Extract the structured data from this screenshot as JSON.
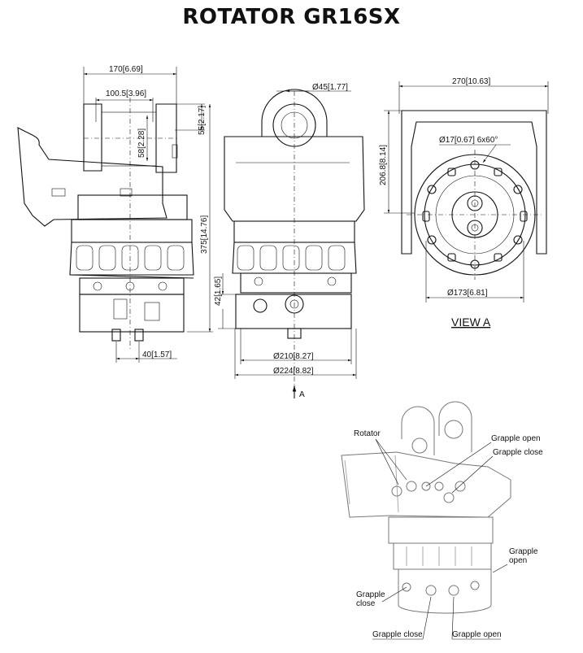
{
  "title": "ROTATOR  GR16SX",
  "dimensions": {
    "side_width": "170",
    "side_width_in": "6.69",
    "side_inner": "100.5",
    "side_inner_in": "3.96",
    "ear_height": "55",
    "ear_height_in": "2.17",
    "ear_hole": "58",
    "ear_hole_in": "2.28",
    "total_height": "375",
    "total_height_in": "14.76",
    "port_offset": "40",
    "port_offset_in": "1.57",
    "pin_diameter": "Ø45",
    "pin_diameter_in": "1.77",
    "base_height": "42",
    "base_height_in": "1.65",
    "dia_210": "Ø210",
    "dia_210_in": "8.27",
    "dia_224": "Ø224",
    "dia_224_in": "8.82",
    "view_width": "270",
    "view_width_in": "10.63",
    "view_height": "206.8",
    "view_height_in": "8.14",
    "bolt_hole": "Ø17",
    "bolt_hole_in": "0.67",
    "bolt_pattern": "6x60°",
    "bolt_circle": "Ø173",
    "bolt_circle_in": "6.81"
  },
  "arrow_label": "A",
  "view_label": "VIEW A",
  "callouts": {
    "rotator": "Rotator",
    "grapple_open_top": "Grapple open",
    "grapple_close_top": "Grapple close",
    "grapple_open_right_1": "Grapple",
    "grapple_open_right_2": "open",
    "grapple_close_left_1": "Grapple",
    "grapple_close_left_2": "close",
    "grapple_close_bottom": "Grapple close",
    "grapple_open_bottom": "Grapple open"
  }
}
